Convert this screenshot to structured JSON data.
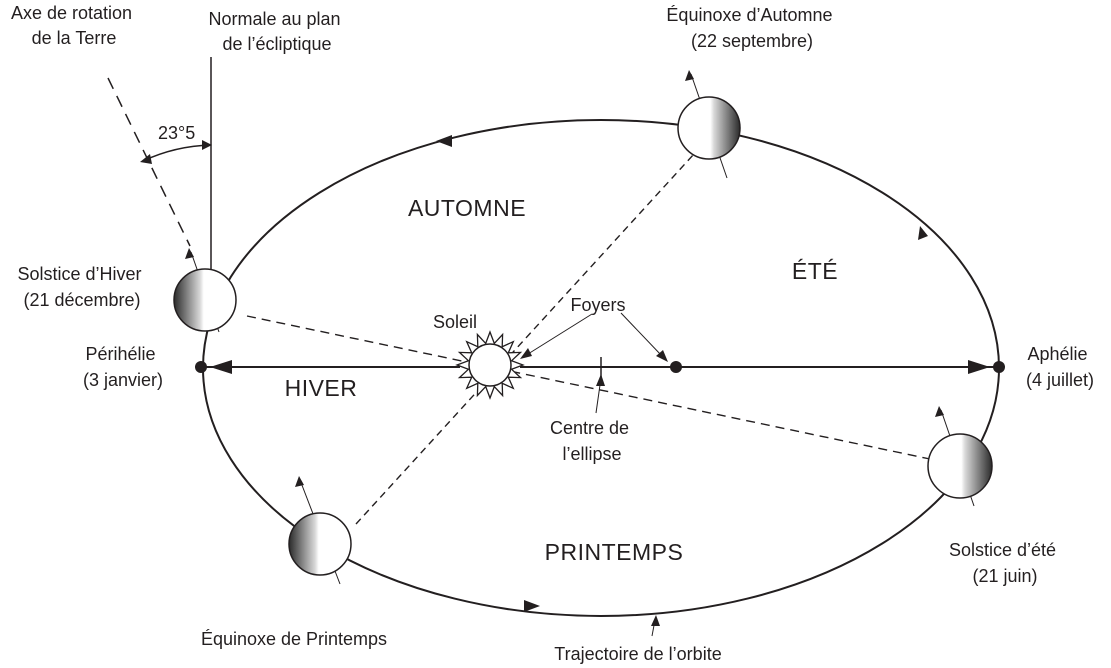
{
  "labels": {
    "axis_rotation": [
      "Axe de rotation",
      "de la Terre"
    ],
    "normal_ecliptic": [
      "Normale au plan",
      "de l’écliptique"
    ],
    "angle": "23°5",
    "winter_solstice": [
      "Solstice d’Hiver",
      "(21 décembre)"
    ],
    "perihelion": [
      "Périhélie",
      "(3 janvier)"
    ],
    "sun": "Soleil",
    "foci": "Foyers",
    "ellipse_center": [
      "Centre de",
      "l’ellipse"
    ],
    "aphelion": [
      "Aphélie",
      "(4 juillet)"
    ],
    "autumn_equinox": [
      "Équinoxe d’Automne",
      "(22 septembre)"
    ],
    "summer_solstice": [
      "Solstice d’été",
      "(21 juin)"
    ],
    "spring_equinox": "Équinoxe de Printemps",
    "orbit_path": "Trajectoire de l’orbite"
  },
  "seasons": {
    "autumn": "AUTOMNE",
    "summer": "ÉTÉ",
    "winter": "HIVER",
    "spring": "PRINTEMPS"
  },
  "colors": {
    "ink": "#231f20",
    "shade_dark": "#2b2b2b",
    "shade_light": "#ffffff"
  }
}
